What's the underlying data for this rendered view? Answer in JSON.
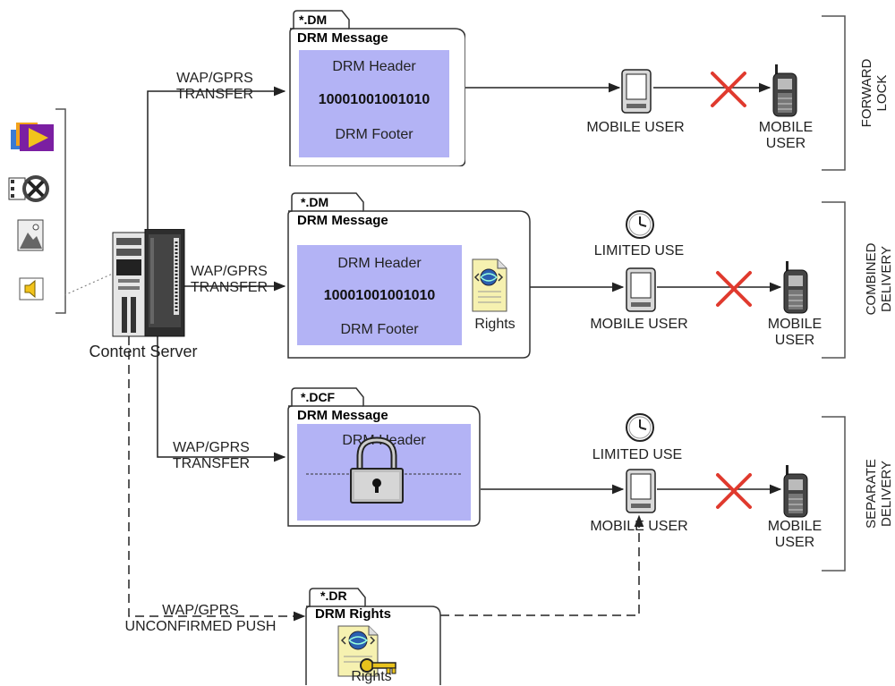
{
  "content_server": {
    "label": "Content Server"
  },
  "transfer_label": [
    "WAP/GPRS",
    "TRANSFER"
  ],
  "push_label": [
    "WAP/GPRS",
    "UNCONFIRMED PUSH"
  ],
  "rows": [
    {
      "file_tab": "*.DM",
      "title": "DRM Message",
      "header": "DRM Header",
      "body": "10001001001010",
      "footer": "DRM Footer",
      "mobile_user": "MOBILE USER",
      "target_user": [
        "MOBILE",
        "USER"
      ],
      "bracket": [
        "FORWARD",
        "LOCK"
      ]
    },
    {
      "file_tab": "*.DM",
      "title": "DRM Message",
      "header": "DRM Header",
      "body": "10001001001010",
      "footer": "DRM Footer",
      "rights_label": "Rights",
      "limited_use": "LIMITED USE",
      "mobile_user": "MOBILE USER",
      "target_user": [
        "MOBILE",
        "USER"
      ],
      "bracket": [
        "COMBINED",
        "DELIVERY"
      ]
    },
    {
      "file_tab": "*.DCF",
      "title": "DRM Message",
      "header": "DRM Header",
      "limited_use": "LIMITED USE",
      "mobile_user": "MOBILE USER",
      "target_user": [
        "MOBILE",
        "USER"
      ],
      "bracket": [
        "SEPARATE",
        "DELIVERY"
      ]
    }
  ],
  "rights_object": {
    "file_tab": "*.DR",
    "title": "DRM Rights",
    "label": "Rights"
  },
  "colors": {
    "content_fill": "#b3b3f5",
    "blocked_x": "#e03a2e",
    "line": "#222222"
  }
}
